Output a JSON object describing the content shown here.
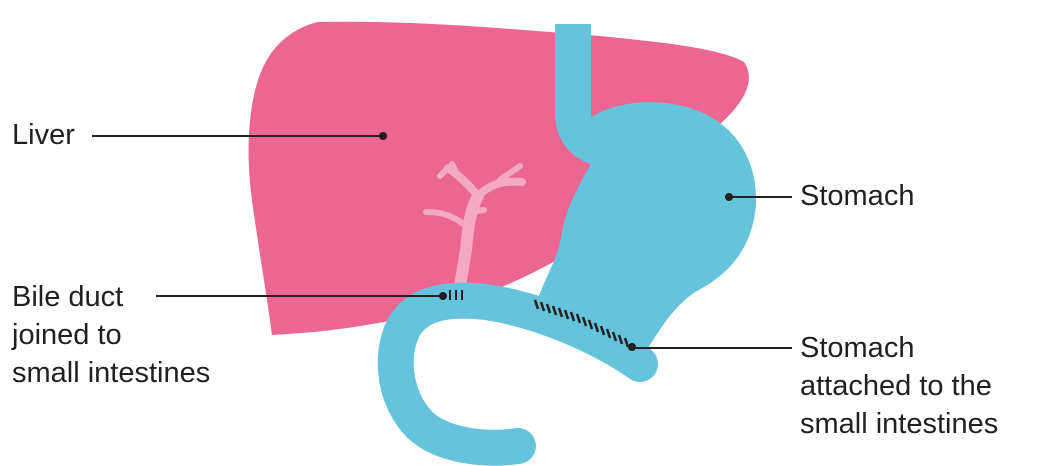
{
  "colors": {
    "liver": "#eb6690",
    "stomach_intestine": "#65c4dc",
    "bile_duct": "#f4a9c2",
    "leader_line": "#231f20",
    "text": "#231f20",
    "background": "#ffffff"
  },
  "labels": {
    "liver": "Liver",
    "bile_duct": [
      "Bile duct",
      "joined to",
      "small intestines"
    ],
    "stomach": "Stomach",
    "stomach_attached": [
      "Stomach",
      "attached to the",
      "small intestines"
    ]
  }
}
